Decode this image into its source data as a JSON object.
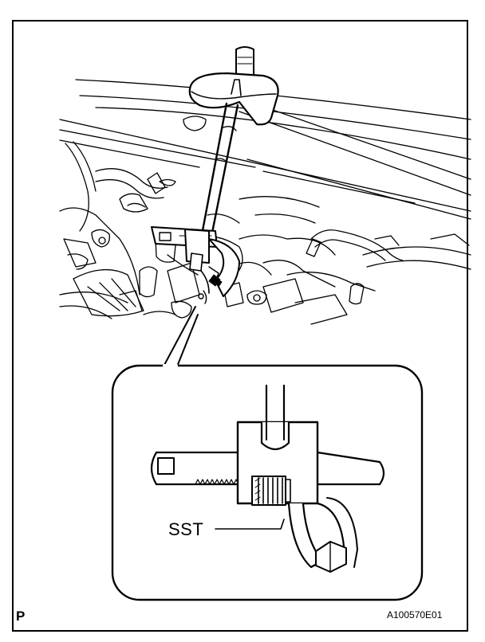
{
  "labels": {
    "sst": "SST",
    "page_marker": "P",
    "figure_code": "A100570E01"
  },
  "colors": {
    "ink": "#000000",
    "paper": "#ffffff"
  }
}
